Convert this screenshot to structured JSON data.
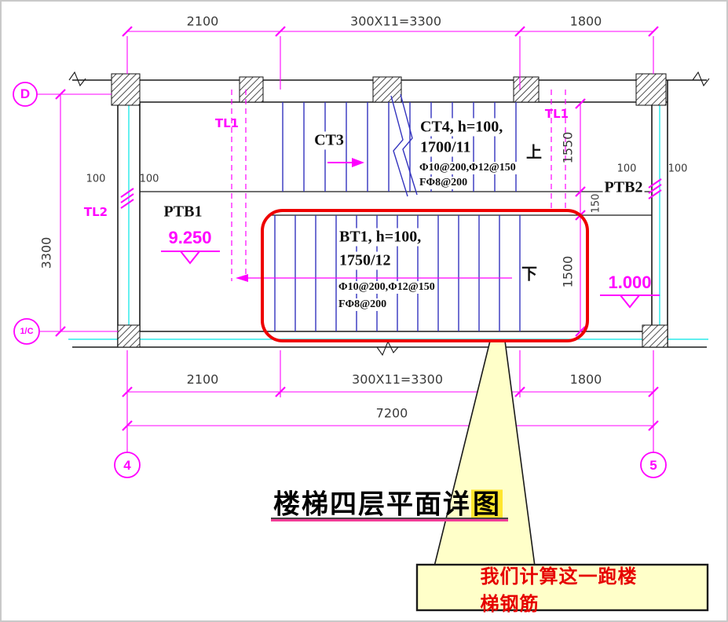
{
  "colors": {
    "magenta": "#FF00FF",
    "cyan": "#00E5E5",
    "stair_blue": "#3434BE",
    "highlight_red": "#EE0000",
    "callout_fill": "#FFFFC9",
    "title_highlight": "#FFE62E"
  },
  "grid_bubbles": {
    "d": "D",
    "c1": "1/C",
    "b4": "4",
    "b5": "5"
  },
  "dimensions": {
    "top": [
      "2100",
      "300X11=3300",
      "1800"
    ],
    "bottom": [
      "2100",
      "300X11=3300",
      "1800"
    ],
    "overall": "7200",
    "left_overall": "3300",
    "right": [
      "1550",
      "150",
      "1500"
    ],
    "wall_left": [
      "100",
      "100"
    ],
    "wall_right": [
      "100",
      "100"
    ]
  },
  "annotations": {
    "tl1_left": "TL1",
    "tl1_right": "TL1",
    "tl2": "TL2",
    "ptb1": "PTB1",
    "ptb2": "PTB2",
    "ct3": "CT3",
    "ct4": {
      "line1": "CT4, h=100,",
      "line2": "1700/11",
      "rebar1": "Φ10@200,Φ12@150",
      "rebar2": "FΦ8@200"
    },
    "bt1": {
      "line1": "BT1, h=100,",
      "line2": "1750/12",
      "rebar1": "Φ10@200,Φ12@150",
      "rebar2": "FΦ8@200"
    },
    "up": "上",
    "down": "下",
    "elev_left": "9.250",
    "elev_right": "1.000"
  },
  "title": {
    "main": "楼梯四层平面详",
    "highlight": "图"
  },
  "callout": {
    "text": "我们计算这一跑楼梯钢筋"
  }
}
